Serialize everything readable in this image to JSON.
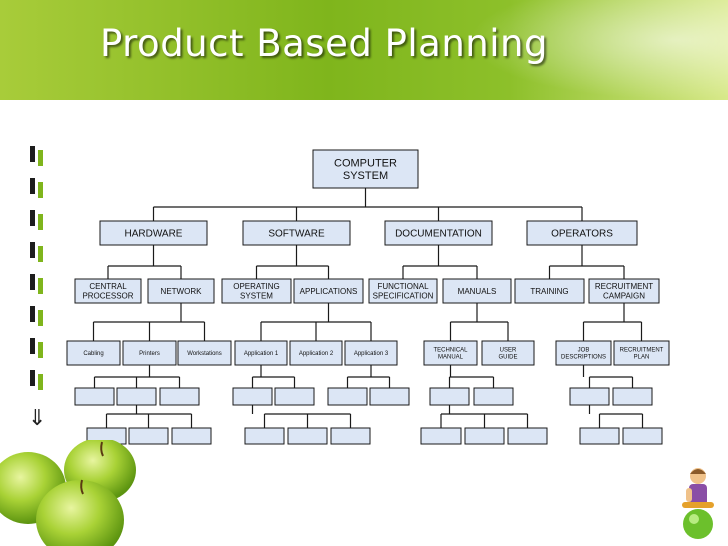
{
  "title": "Product Based Planning",
  "colors": {
    "box_fill": "#dce6f5",
    "box_stroke": "#1a1a1a",
    "header_green": "#8dc02a",
    "accent_green": "#7fb51c"
  },
  "root": {
    "label": [
      "COMPUTER",
      "SYSTEM"
    ]
  },
  "level1": [
    {
      "label": [
        "HARDWARE"
      ]
    },
    {
      "label": [
        "SOFTWARE"
      ]
    },
    {
      "label": [
        "DOCUMENTATION"
      ]
    },
    {
      "label": [
        "OPERATORS"
      ]
    }
  ],
  "level2": [
    {
      "label": [
        "CENTRAL",
        "PROCESSOR"
      ]
    },
    {
      "label": [
        "NETWORK"
      ]
    },
    {
      "label": [
        "OPERATING",
        "SYSTEM"
      ]
    },
    {
      "label": [
        "APPLICATIONS"
      ]
    },
    {
      "label": [
        "FUNCTIONAL",
        "SPECIFICATION"
      ]
    },
    {
      "label": [
        "MANUALS"
      ]
    },
    {
      "label": [
        "TRAINING"
      ]
    },
    {
      "label": [
        "RECRUITMENT",
        "CAMPAIGN"
      ]
    }
  ],
  "level3": [
    {
      "label": [
        "Cabling"
      ]
    },
    {
      "label": [
        "Printers"
      ]
    },
    {
      "label": [
        "Workstations"
      ]
    },
    {
      "label": [
        "Application 1"
      ]
    },
    {
      "label": [
        "Application 2"
      ]
    },
    {
      "label": [
        "Application 3"
      ]
    },
    {
      "label": [
        "TECHNICAL",
        "MANUAL"
      ]
    },
    {
      "label": [
        "USER",
        "GUIDE"
      ]
    },
    {
      "label": [
        "JOB",
        "DESCRIPTIONS"
      ]
    },
    {
      "label": [
        "RECRUITMENT",
        "PLAN"
      ]
    }
  ],
  "decorations": {
    "left_arrow_icon": "dashed-down-arrow-icon",
    "apples_icon": "green-apples-icon",
    "figure_icon": "person-on-ball-icon"
  }
}
